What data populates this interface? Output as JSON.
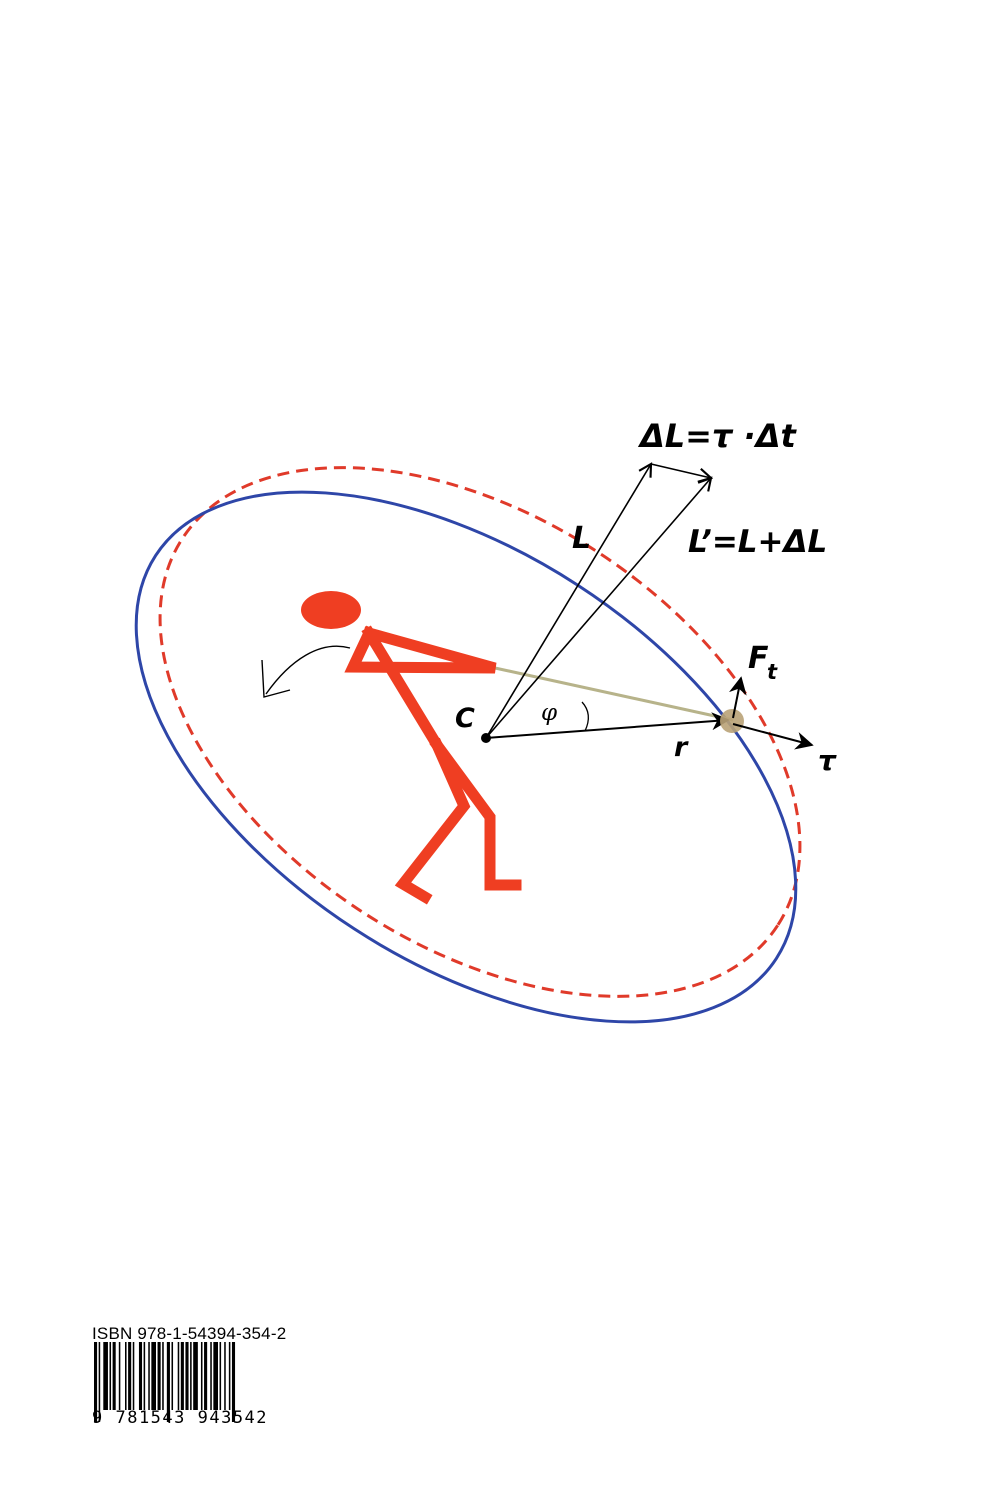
{
  "diagram": {
    "labels": {
      "delta_l": "ΔL=τ ·Δt",
      "l": "L",
      "l_prime": "L’=L+ΔL",
      "f": "F",
      "f_sub": "t",
      "c": "C",
      "phi": "φ",
      "r": "r",
      "tau": "τ"
    },
    "colors": {
      "ellipse": "#2e46a8",
      "ellipse_dashed": "#e03a2a",
      "figure": "#ef3e22",
      "cable": "#b7b38a",
      "ball": "#b9a277",
      "arrow": "#000000"
    }
  },
  "barcode": {
    "isbn": "ISBN 978-1-54394-354-2",
    "digits": "9 781543 943542"
  }
}
